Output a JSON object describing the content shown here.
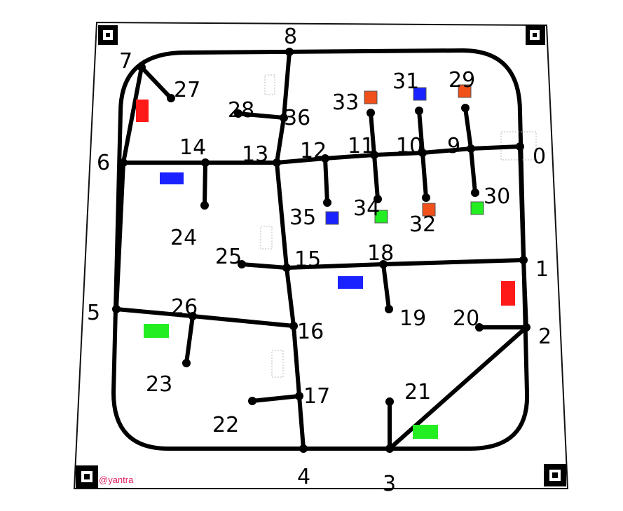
{
  "brand": {
    "text": "@yantra",
    "color": "#e0245e"
  },
  "colors": {
    "red": "#ff1a1a",
    "blue": "#1a22ff",
    "green": "#22ee22",
    "orange": "#f0501a",
    "line": "#000000"
  },
  "nodes": [
    {
      "id": "0",
      "label": "0"
    },
    {
      "id": "1",
      "label": "1"
    },
    {
      "id": "2",
      "label": "2"
    },
    {
      "id": "3",
      "label": "3"
    },
    {
      "id": "4",
      "label": "4"
    },
    {
      "id": "5",
      "label": "5"
    },
    {
      "id": "6",
      "label": "6"
    },
    {
      "id": "7",
      "label": "7"
    },
    {
      "id": "8",
      "label": "8"
    },
    {
      "id": "9",
      "label": "9"
    },
    {
      "id": "10",
      "label": "10"
    },
    {
      "id": "11",
      "label": "11"
    },
    {
      "id": "12",
      "label": "12"
    },
    {
      "id": "13",
      "label": "13"
    },
    {
      "id": "14",
      "label": "14"
    },
    {
      "id": "15",
      "label": "15"
    },
    {
      "id": "16",
      "label": "16"
    },
    {
      "id": "17",
      "label": "17"
    },
    {
      "id": "18",
      "label": "18"
    },
    {
      "id": "19",
      "label": "19"
    },
    {
      "id": "20",
      "label": "20"
    },
    {
      "id": "21",
      "label": "21"
    },
    {
      "id": "22",
      "label": "22"
    },
    {
      "id": "23",
      "label": "23"
    },
    {
      "id": "24",
      "label": "24"
    },
    {
      "id": "25",
      "label": "25"
    },
    {
      "id": "26",
      "label": "26"
    },
    {
      "id": "27",
      "label": "27"
    },
    {
      "id": "28",
      "label": "28"
    },
    {
      "id": "29",
      "label": "29"
    },
    {
      "id": "30",
      "label": "30"
    },
    {
      "id": "31",
      "label": "31"
    },
    {
      "id": "32",
      "label": "32"
    },
    {
      "id": "33",
      "label": "33"
    },
    {
      "id": "34",
      "label": "34"
    },
    {
      "id": "35",
      "label": "35"
    },
    {
      "id": "36",
      "label": "36"
    }
  ],
  "edges": [
    [
      "8",
      "36"
    ],
    [
      "36",
      "13"
    ],
    [
      "13",
      "15"
    ],
    [
      "15",
      "16"
    ],
    [
      "16",
      "17"
    ],
    [
      "17",
      "4"
    ],
    [
      "6",
      "13"
    ],
    [
      "13",
      "12"
    ],
    [
      "12",
      "11"
    ],
    [
      "11",
      "10"
    ],
    [
      "10",
      "9"
    ],
    [
      "9",
      "0"
    ],
    [
      "0",
      "1"
    ],
    [
      "1",
      "2"
    ],
    [
      "2",
      "3"
    ],
    [
      "3",
      "4"
    ],
    [
      "5",
      "6"
    ],
    [
      "6",
      "7"
    ],
    [
      "7",
      "27"
    ],
    [
      "28",
      "36"
    ],
    [
      "14",
      "24"
    ],
    [
      "12",
      "35"
    ],
    [
      "11",
      "33"
    ],
    [
      "11",
      "34"
    ],
    [
      "10",
      "31"
    ],
    [
      "10",
      "32"
    ],
    [
      "9",
      "29"
    ],
    [
      "9",
      "30"
    ],
    [
      "25",
      "15"
    ],
    [
      "15",
      "18"
    ],
    [
      "18",
      "1"
    ],
    [
      "18",
      "19"
    ],
    [
      "5",
      "26"
    ],
    [
      "26",
      "16"
    ],
    [
      "26",
      "23"
    ],
    [
      "20",
      "2"
    ],
    [
      "22",
      "17"
    ],
    [
      "21",
      "3"
    ],
    [
      "14",
      "6"
    ]
  ],
  "blocks": [
    {
      "name": "block-33",
      "color": "orange"
    },
    {
      "name": "block-31",
      "color": "blue"
    },
    {
      "name": "block-29",
      "color": "orange"
    },
    {
      "name": "block-35",
      "color": "blue"
    },
    {
      "name": "block-34",
      "color": "green"
    },
    {
      "name": "block-32",
      "color": "orange"
    },
    {
      "name": "block-30",
      "color": "green"
    }
  ],
  "zones": [
    {
      "name": "zone-red-topleft",
      "color": "red"
    },
    {
      "name": "zone-blue-left",
      "color": "blue"
    },
    {
      "name": "zone-blue-center",
      "color": "blue"
    },
    {
      "name": "zone-red-right",
      "color": "red"
    },
    {
      "name": "zone-green-left",
      "color": "green"
    },
    {
      "name": "zone-green-bottom",
      "color": "green"
    }
  ]
}
